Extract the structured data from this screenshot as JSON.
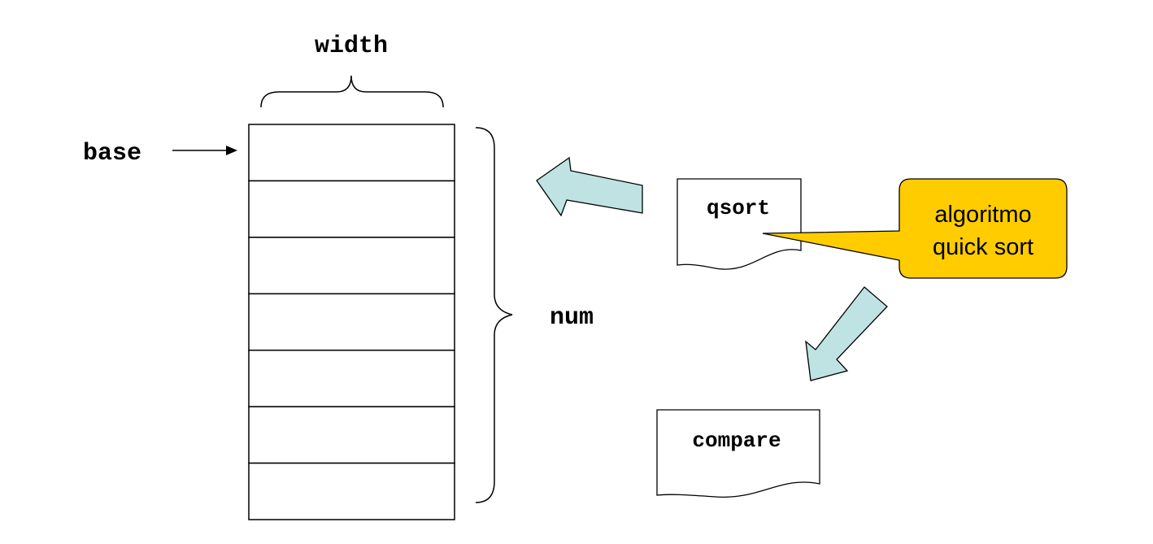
{
  "labels": {
    "width": "width",
    "base": "base",
    "num": "num",
    "qsort": "qsort",
    "compare": "compare"
  },
  "callout": {
    "line1": "algoritmo",
    "line2": "quick sort"
  },
  "array": {
    "cell_count": 7
  },
  "colors": {
    "arrow_fill": "#bfe3e3",
    "callout_fill": "#ffcc00",
    "stroke": "#000000"
  }
}
